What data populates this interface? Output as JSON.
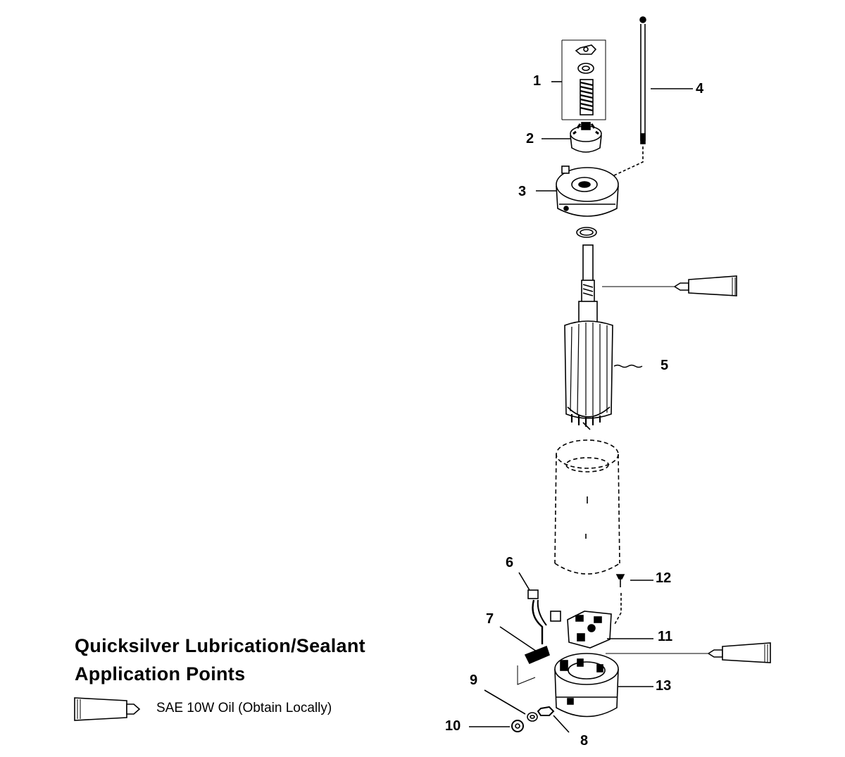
{
  "legend": {
    "title_line1": "Quicksilver Lubrication/Sealant",
    "title_line2": "Application Points",
    "oil_label": "SAE 10W Oil (Obtain Locally)",
    "oil_icon": "oil-tube-icon"
  },
  "callouts": {
    "c1": "1",
    "c2": "2",
    "c3": "3",
    "c4": "4",
    "c5": "5",
    "c6": "6",
    "c7": "7",
    "c8": "8",
    "c9": "9",
    "c10": "10",
    "c11": "11",
    "c12": "12",
    "c13": "13"
  },
  "parts": {
    "hardware_group": "nut-washer-spring-icon",
    "drive_gear": "drive-gear-icon",
    "end_cap_top": "end-cap-icon",
    "thru_bolt": "thru-bolt-icon",
    "armature": "armature-icon",
    "housing": "frame-housing-icon",
    "brush_lead": "brush-lead-icon",
    "brush_holder": "brush-holder-icon",
    "end_cap_bottom": "lower-end-cap-icon"
  }
}
